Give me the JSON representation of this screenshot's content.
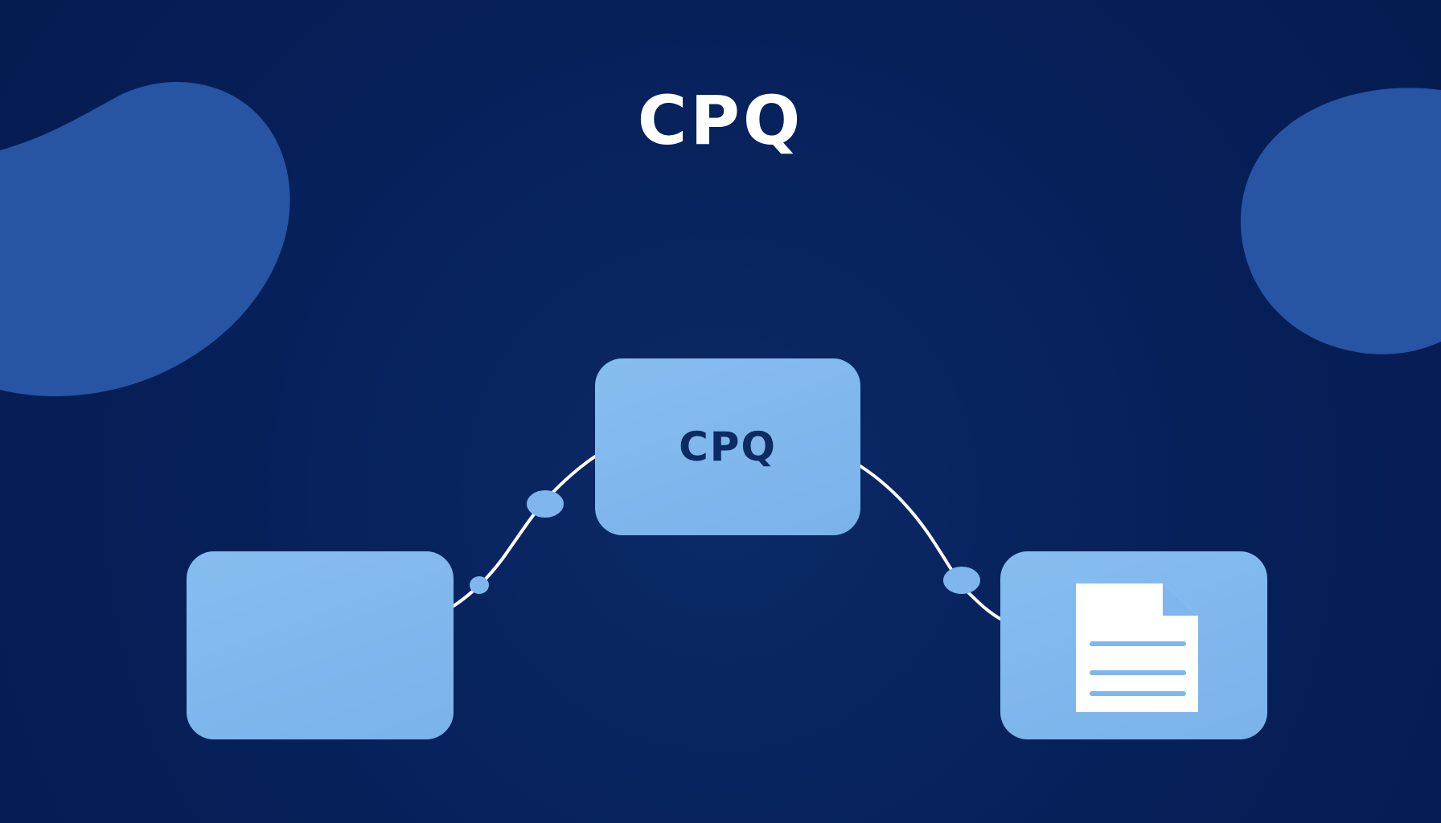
{
  "title": "CPQ",
  "nodes": {
    "center_label": "CPQ",
    "left_label": "",
    "right_icon": "document-icon"
  },
  "connectors": {
    "left_to_center": "curved-line-with-joints",
    "center_to_right": "curved-line-with-joint"
  },
  "colors": {
    "background": "#06205a",
    "blob": "#2754a3",
    "node_fill": "#7fb6ee",
    "node_text": "#0c2a63",
    "line": "#ffffff",
    "document_page": "#ffffff",
    "document_lines": "#7fb6ee"
  }
}
